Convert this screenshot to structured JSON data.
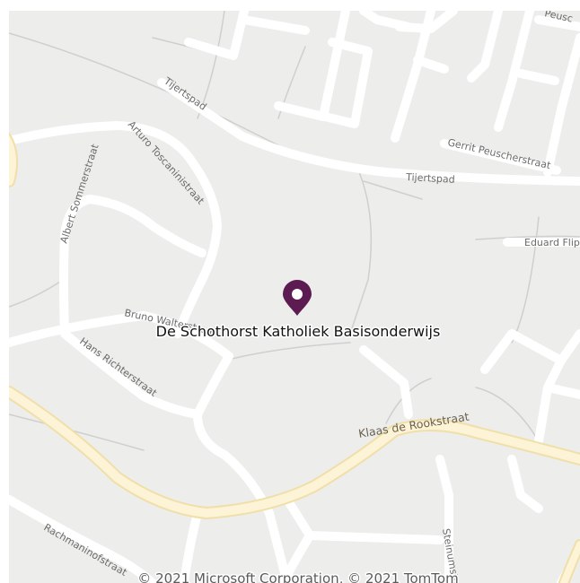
{
  "map": {
    "streets": [
      {
        "id": "tijertspad-north",
        "label": "Tijertspad"
      },
      {
        "id": "tijertspad-south",
        "label": "Tijertspad"
      },
      {
        "id": "arturo",
        "label": "Arturo Toscaninistraat"
      },
      {
        "id": "albert",
        "label": "Albert Sommerstraat"
      },
      {
        "id": "bruno",
        "label": "Bruno Walterstraat"
      },
      {
        "id": "hans",
        "label": "Hans Richterstraat"
      },
      {
        "id": "gerrit",
        "label": "Gerrit Peuscherstraat"
      },
      {
        "id": "gerrit-top",
        "label": "Peusc"
      },
      {
        "id": "eduard",
        "label": "Eduard Flip"
      },
      {
        "id": "klaas",
        "label": "Klaas de Rookstraat"
      },
      {
        "id": "rachmaninof",
        "label": "Rachmaninofstraat"
      },
      {
        "id": "stein",
        "label": "Steinumstraat"
      }
    ],
    "poi": {
      "label": "De Schothorst Katholiek Basisonderwijs",
      "pin_color": "#5c1c52",
      "icon": "map-pin-icon"
    },
    "copyright": "© 2021 Microsoft Corporation, © 2021 TomTom",
    "colors": {
      "background": "#ededeb",
      "minor_road": "#ffffff",
      "major_road": "#fdf4d7",
      "major_road_casing": "#f0dfa8"
    }
  }
}
